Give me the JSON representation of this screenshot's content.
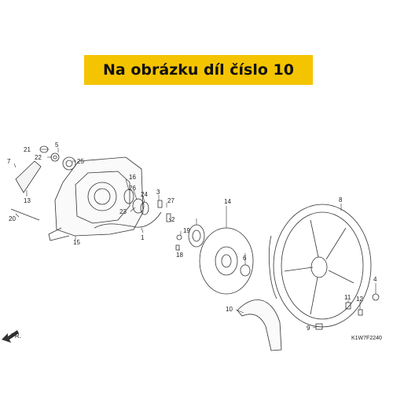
{
  "banner": {
    "text": "Na obrázku díl číslo 10",
    "color": "#f5c400"
  },
  "diagram": {
    "labels": [
      "21",
      "5",
      "22",
      "25",
      "7",
      "13",
      "16",
      "26",
      "24",
      "3",
      "27",
      "23",
      "2",
      "20",
      "15",
      "1",
      "19",
      "18",
      "14",
      "6",
      "8",
      "4",
      "11",
      "12",
      "10",
      "9"
    ],
    "direction": "FR.",
    "code": "K1W7F2240",
    "arrow_icon": "front-direction-arrow-icon"
  }
}
